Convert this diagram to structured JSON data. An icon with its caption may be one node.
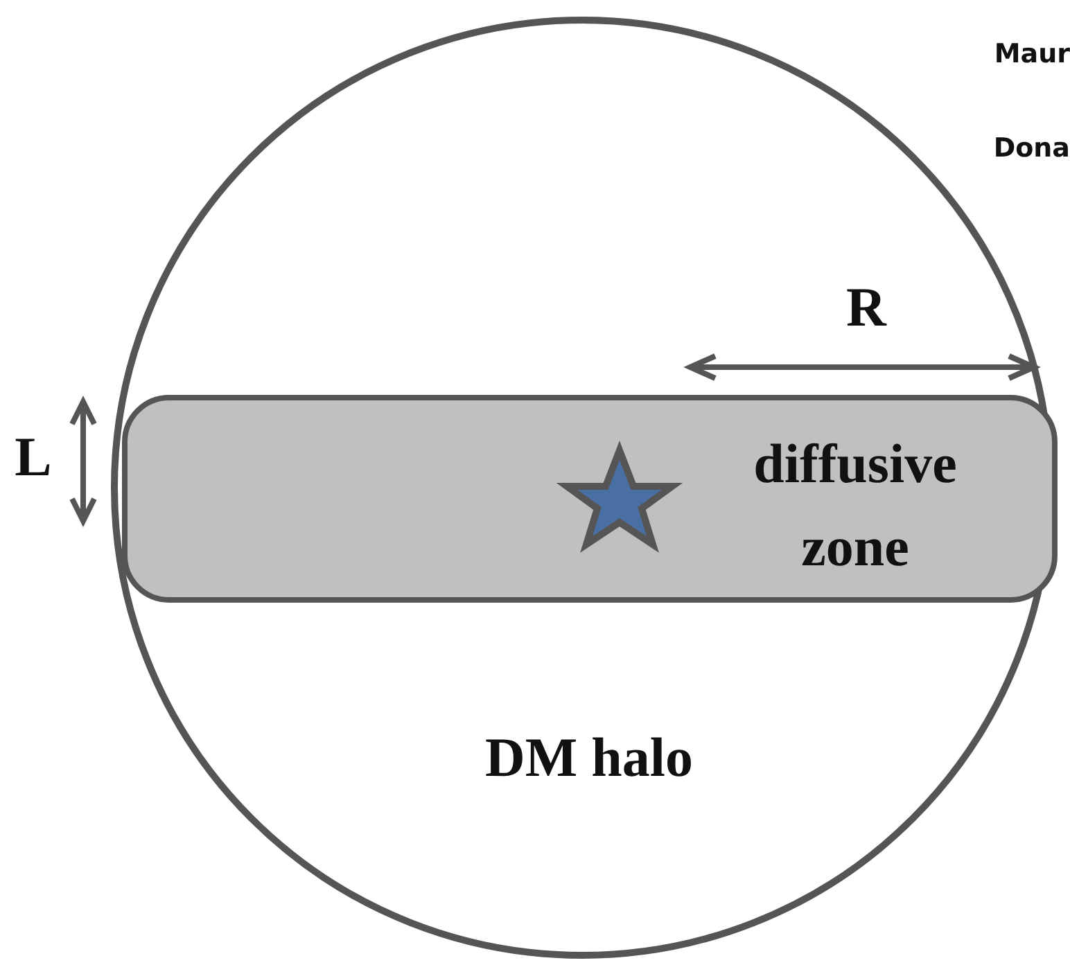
{
  "diagram": {
    "nodes": [
      {
        "text": [
          "DM halo"
        ]
      },
      {
        "text": [
          "diffusive zone"
        ],
        "in": 0
      }
    ],
    "labels": [
      "Maur",
      "Dona",
      "R",
      "L"
    ]
  }
}
